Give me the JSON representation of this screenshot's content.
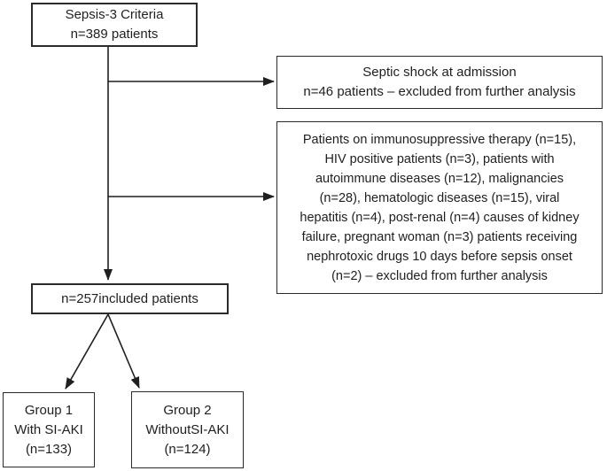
{
  "figure": {
    "type": "flowchart",
    "background_color": "#ffffff",
    "box_border_color": "#2b2b2b",
    "text_color": "#1f1f1f",
    "arrow_color": "#1f1f1f"
  },
  "boxes": {
    "sepsis": {
      "lines": [
        "Sepsis-3 Criteria",
        "n=389 patients"
      ]
    },
    "septic_shock": {
      "lines": [
        "Septic shock at admission",
        "n=46 patients – excluded from further analysis"
      ]
    },
    "exclusions": {
      "lines": [
        "Patients on immunosuppressive therapy (n=15),",
        "HIV positive patients (n=3), patients with",
        "autoimmune diseases (n=12), malignancies",
        "(n=28), hematologic diseases (n=15), viral",
        "hepatitis (n=4), post-renal (n=4) causes of kidney",
        "failure, pregnant woman (n=3) patients receiving",
        "nephrotoxic drugs 10 days before sepsis onset",
        "(n=2) – excluded from further analysis"
      ]
    },
    "included": {
      "lines": [
        "n=257included patients"
      ]
    },
    "group1": {
      "lines": [
        "Group 1",
        "With SI-AKI",
        "(n=133)"
      ]
    },
    "group2": {
      "lines": [
        "Group 2",
        "WithoutSI-AKI",
        "(n=124)"
      ]
    }
  }
}
